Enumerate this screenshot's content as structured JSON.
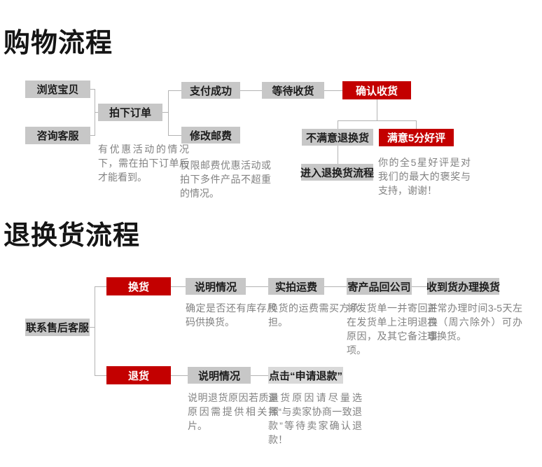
{
  "titles": {
    "shopping": "购物流程",
    "returns": "退换货流程"
  },
  "colors": {
    "box_grey": "#c7c7c7",
    "box_light_grey": "#d9d9d9",
    "box_red": "#c30000",
    "note_text": "#828282",
    "connector": "#b3b3b3",
    "title_text": "#151515"
  },
  "flow1": {
    "boxes": {
      "browse": "浏览宝贝",
      "consult": "咨询客服",
      "order": "拍下订单",
      "pay": "支付成功",
      "wait": "等待收货",
      "confirm": "确认收货",
      "postage": "修改邮费",
      "unsatisfied": "不满意退换货",
      "satisfied": "满意5分好评",
      "enter_return": "进入退换货流程"
    },
    "notes": {
      "order_note": "有优惠活动的情况下，需在拍下订单后才能看到。",
      "postage_note": "仅限邮费优惠活动或拍下多件产品不超重的情况。",
      "satisfied_note": "你的全5星好评是对我们的最大的褒奖与支持，谢谢！"
    }
  },
  "flow2": {
    "boxes": {
      "contact": "联系售后客服",
      "exchange": "换货",
      "explain_exchange": "说明情况",
      "shipping": "实拍运费",
      "send_back": "寄产品回公司",
      "receive": "收到货办理换货",
      "return_goods": "退货",
      "explain_return": "说明情况",
      "click_refund": "点击“申请退款”"
    },
    "notes": {
      "explain_exchange_note": "确定是否还有库存尺码供换货。",
      "shipping_note": "换货的运费需买方承担。",
      "send_back_note": "将发货单一并寄回并在发货单上注明退换原因，及其它备注事项。",
      "receive_note": "正常办理时间3-5天左右（周六除外）可办理换货。",
      "explain_return_note": "说明退货原因若质量原因需提供相关照片。",
      "click_refund_note": "退货原因请尽量选择“与卖家协商一致退款”等待卖家确认退款！"
    }
  }
}
